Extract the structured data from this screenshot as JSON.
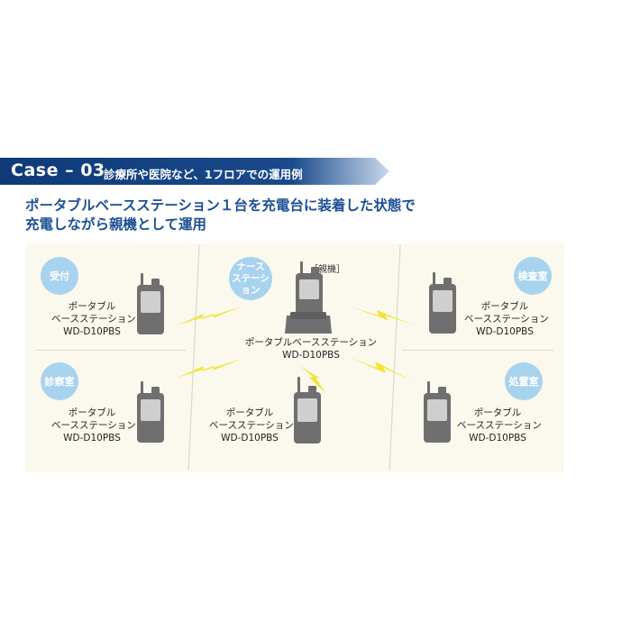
{
  "header": {
    "case_label": "Case – 03",
    "case_subtitle": "診療所や医院など、1フロアでの運用例",
    "banner_color": "#0e3a78"
  },
  "headline": {
    "line1": "ポータブルベースステーション１台を充電台に装着した状態で",
    "line2": "充電しながら親機として運用",
    "color": "#1c4f93"
  },
  "diagram": {
    "parent_tag": "［親機］",
    "center": {
      "circle": "ナース\nステーション",
      "label": "ポータブルベースステーション",
      "model": "WD-D10PBS"
    },
    "nodes": [
      {
        "circle": "受付",
        "line1": "ポータブル",
        "line2": "ベースステーション",
        "model": "WD-D10PBS"
      },
      {
        "circle": "診察室",
        "line1": "ポータブル",
        "line2": "ベースステーション",
        "model": "WD-D10PBS"
      },
      {
        "circle": "",
        "line1": "ポータブル",
        "line2": "ベースステーション",
        "model": "WD-D10PBS"
      },
      {
        "circle": "検査室",
        "line1": "ポータブル",
        "line2": "ベースステーション",
        "model": "WD-D10PBS"
      },
      {
        "circle": "処置室",
        "line1": "ポータブル",
        "line2": "ベースステーション",
        "model": "WD-D10PBS"
      }
    ],
    "circle_color": "#a8d3ef",
    "device_color": "#6f6f6f",
    "bolt_color": "#f2e43a"
  }
}
